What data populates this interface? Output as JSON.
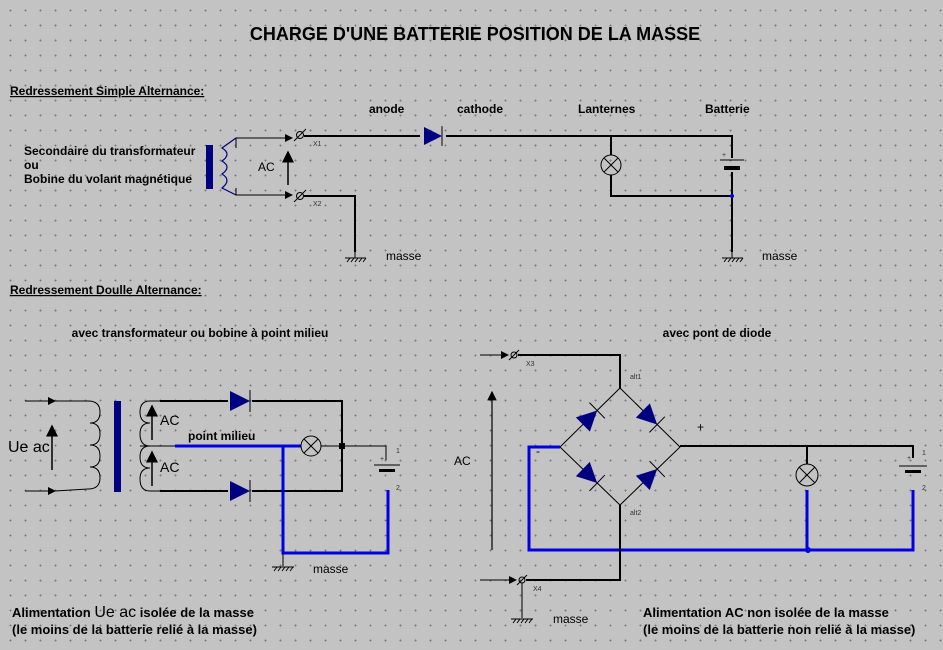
{
  "title": "CHARGE D'UNE BATTERIE POSITION DE LA MASSE",
  "colors": {
    "background": "#c3c3c3",
    "component": "#000080",
    "ground_wire": "#0000e0",
    "wire": "#000000"
  },
  "simple": {
    "heading": "Redressement Simple Alternance:",
    "source_lines": [
      "Secondaire du transformateur",
      "ou",
      "Bobine du volant magnétique"
    ],
    "ac": "AC",
    "anode": "anode",
    "cathode": "cathode",
    "lanternes": "Lanternes",
    "batterie": "Batterie",
    "x1": "X1",
    "x2": "X2",
    "masse_left": "masse",
    "masse_right": "masse"
  },
  "double": {
    "heading": "Redressement Doulle Alternance:",
    "left": {
      "subtitle": "avec transformateur ou bobine à point milieu",
      "ue": "Ue ac",
      "ac_top": "AC",
      "ac_bottom": "AC",
      "point_milieu": "point milieu",
      "masse": "masse",
      "bat_pin1": "1",
      "bat_pin2": "2",
      "bat_plus": "+",
      "caption_1_pre": "Alimentation ",
      "caption_1_ue": "Ue ac",
      "caption_1_post": " isolée de la masse",
      "caption_2": "(le moins de la batterie relié à la masse)"
    },
    "right": {
      "subtitle": "avec pont de diode",
      "ac": "AC",
      "x3": "X3",
      "x4": "X4",
      "alt1": "alt1",
      "alt2": "alt2",
      "minus": "-",
      "plus": "+",
      "masse": "masse",
      "bat_pin1": "1",
      "bat_pin2": "2",
      "bat_plus": "+",
      "caption_1": "Alimentation AC non isolée de la masse",
      "caption_2": "(le moins de la batterie non relié à la masse)"
    }
  }
}
